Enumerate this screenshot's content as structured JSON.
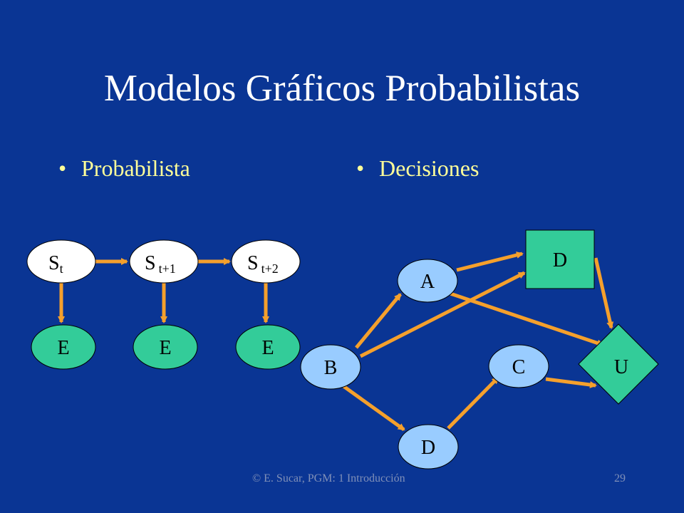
{
  "slide": {
    "title": "Modelos Gráficos Probabilistas",
    "bullets": {
      "left": {
        "marker": "•",
        "text": "Probabilista"
      },
      "right": {
        "marker": "•",
        "text": "Decisiones"
      }
    },
    "footer": {
      "credit": "© E. Sucar, PGM: 1 Introducción",
      "page": "29"
    }
  },
  "colors": {
    "background": "#0a3594",
    "state_node": "#ffffff",
    "evidence_node": "#33cc99",
    "chance_node": "#99ccff",
    "decision_node": "#33cc99",
    "utility_node": "#33cc99",
    "arrow": "#f5a02c",
    "title": "#ffffff",
    "bullet": "#ffff99"
  },
  "diagram_left": {
    "nodes": {
      "s0": {
        "base": "S",
        "sub": "t"
      },
      "s1": {
        "base": "S",
        "sub": "t+1"
      },
      "s2": {
        "base": "S",
        "sub": "t+2"
      },
      "e0": {
        "label": "E"
      },
      "e1": {
        "label": "E"
      },
      "e2": {
        "label": "E"
      }
    },
    "edges": [
      [
        "s0",
        "s1"
      ],
      [
        "s1",
        "s2"
      ],
      [
        "s0",
        "e0"
      ],
      [
        "s1",
        "e1"
      ],
      [
        "s2",
        "e2"
      ]
    ]
  },
  "diagram_right": {
    "nodes": {
      "a": {
        "label": "A",
        "kind": "chance"
      },
      "b": {
        "label": "B",
        "kind": "chance"
      },
      "c": {
        "label": "C",
        "kind": "chance"
      },
      "d_chance": {
        "label": "D",
        "kind": "chance"
      },
      "d_decision": {
        "label": "D",
        "kind": "decision"
      },
      "u": {
        "label": "U",
        "kind": "utility"
      }
    },
    "edges": [
      [
        "b",
        "a"
      ],
      [
        "b",
        "d_decision"
      ],
      [
        "b",
        "d_chance"
      ],
      [
        "d_chance",
        "c"
      ],
      [
        "a",
        "d_decision"
      ],
      [
        "a",
        "u"
      ],
      [
        "d_decision",
        "u"
      ],
      [
        "c",
        "u"
      ]
    ]
  }
}
